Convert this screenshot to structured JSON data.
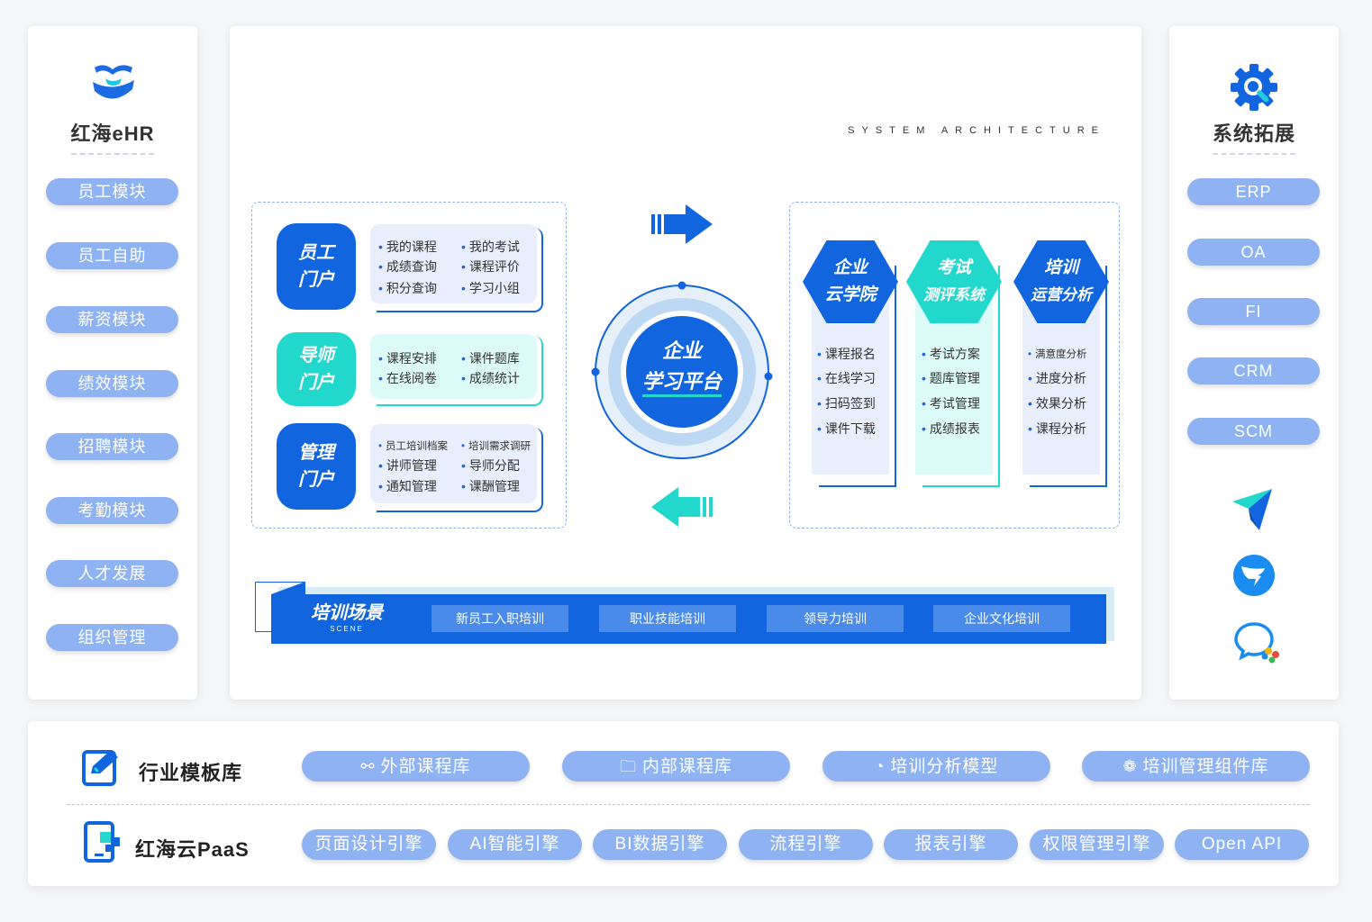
{
  "left": {
    "title": "红海eHR",
    "items": [
      "员工模块",
      "员工自助",
      "薪资模块",
      "绩效模块",
      "招聘模块",
      "考勤模块",
      "人才发展",
      "组织管理"
    ]
  },
  "right": {
    "title": "系统拓展",
    "items": [
      "ERP",
      "OA",
      "FI",
      "CRM",
      "SCM"
    ],
    "app_icons": [
      "feishu-icon",
      "dingtalk-icon",
      "wecom-icon"
    ]
  },
  "center": {
    "label": "SYSTEM ARCHITECTURE",
    "portals": [
      {
        "title_l1": "员工",
        "title_l2": "门户",
        "items": [
          "我的课程",
          "我的考试",
          "成绩查询",
          "课程评价",
          "积分查询",
          "学习小组"
        ]
      },
      {
        "title_l1": "导师",
        "title_l2": "门户",
        "items": [
          "课程安排",
          "课件题库",
          "在线阅卷",
          "成绩统计"
        ]
      },
      {
        "title_l1": "管理",
        "title_l2": "门户",
        "items": [
          "员工培训档案",
          "培训需求调研",
          "讲师管理",
          "导师分配",
          "通知管理",
          "课酬管理"
        ]
      }
    ],
    "platform": {
      "l1": "企业",
      "l2": "学习平台"
    },
    "modules": [
      {
        "title_l1": "企业",
        "title_l2": "云学院",
        "items": [
          "课程报名",
          "在线学习",
          "扫码签到",
          "课件下载"
        ]
      },
      {
        "title_l1": "考试",
        "title_l2": "测评系统",
        "items": [
          "考试方案",
          "题库管理",
          "考试管理",
          "成绩报表"
        ]
      },
      {
        "title_l1": "培训",
        "title_l2": "运营分析",
        "items": [
          "满意度分析",
          "进度分析",
          "效果分析",
          "课程分析"
        ]
      }
    ],
    "scene": {
      "title": "培训场景",
      "subtitle": "SCENE",
      "items": [
        "新员工入职培训",
        "职业技能培训",
        "领导力培训",
        "企业文化培训"
      ]
    }
  },
  "bottom": {
    "row1": {
      "title": "行业模板库",
      "items": [
        {
          "icon": "network-icon",
          "label": "外部课程库"
        },
        {
          "icon": "folder-icon",
          "label": "内部课程库"
        },
        {
          "icon": "pie-chart-icon",
          "label": "培训分析模型"
        },
        {
          "icon": "puzzle-icon",
          "label": "培训管理组件库"
        }
      ]
    },
    "row2": {
      "title": "红海云PaaS",
      "items": [
        "页面设计引擎",
        "AI智能引擎",
        "BI数据引擎",
        "流程引擎",
        "报表引擎",
        "权限管理引擎",
        "Open API"
      ]
    }
  },
  "colors": {
    "primary": "#1166e0",
    "cyan": "#22d8cc",
    "pill": "#8fb3f2",
    "list_bg": "#e8eefb"
  }
}
